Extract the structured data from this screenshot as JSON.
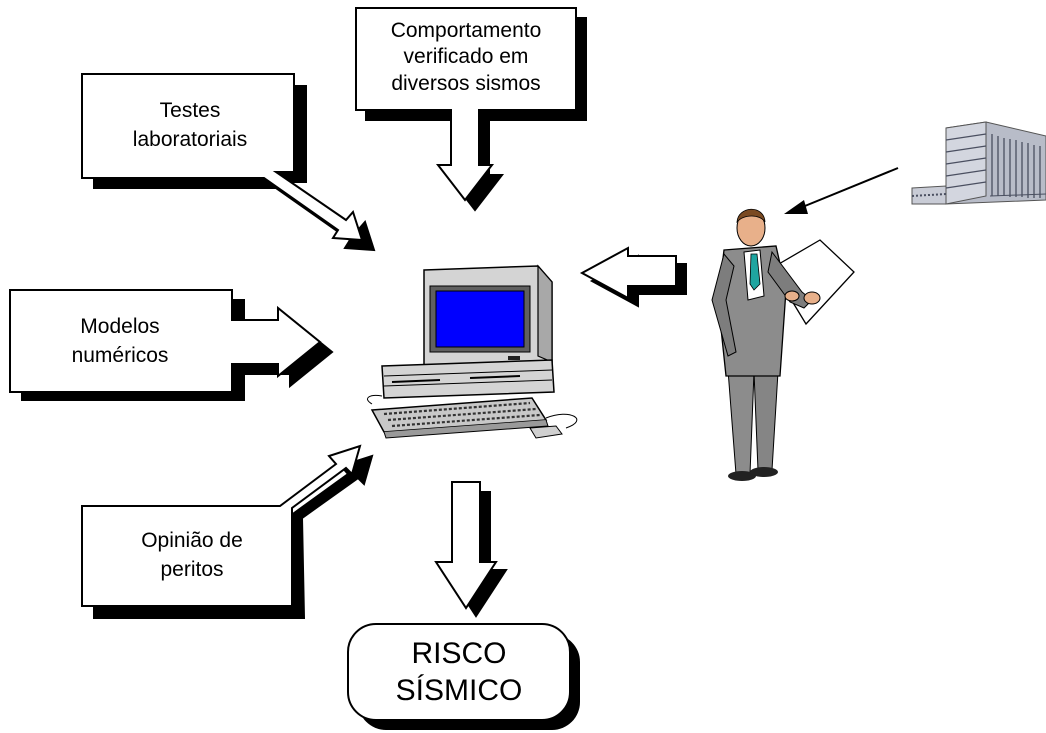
{
  "diagram": {
    "sources": {
      "laboratory_tests": {
        "lines": [
          "Testes",
          "laboratoriais"
        ]
      },
      "observed_behavior": {
        "lines": [
          "Comportamento",
          "verificado em",
          "diversos sismos"
        ]
      },
      "numerical_models": {
        "lines": [
          "Modelos",
          "numéricos"
        ]
      },
      "expert_opinion": {
        "lines": [
          "Opinião de",
          "peritos"
        ]
      }
    },
    "result": {
      "lines": [
        "RISCO",
        "SÍSMICO"
      ]
    },
    "illustrations": [
      "computer",
      "engineer-with-document",
      "building"
    ],
    "colors": {
      "box_fill": "#ffffff",
      "outline": "#000000",
      "shadow": "#000000",
      "screen": "#0000ff",
      "computer_body": "#d4d4d4",
      "suit": "#8c8c8c",
      "building": "#b8bcc8"
    }
  }
}
